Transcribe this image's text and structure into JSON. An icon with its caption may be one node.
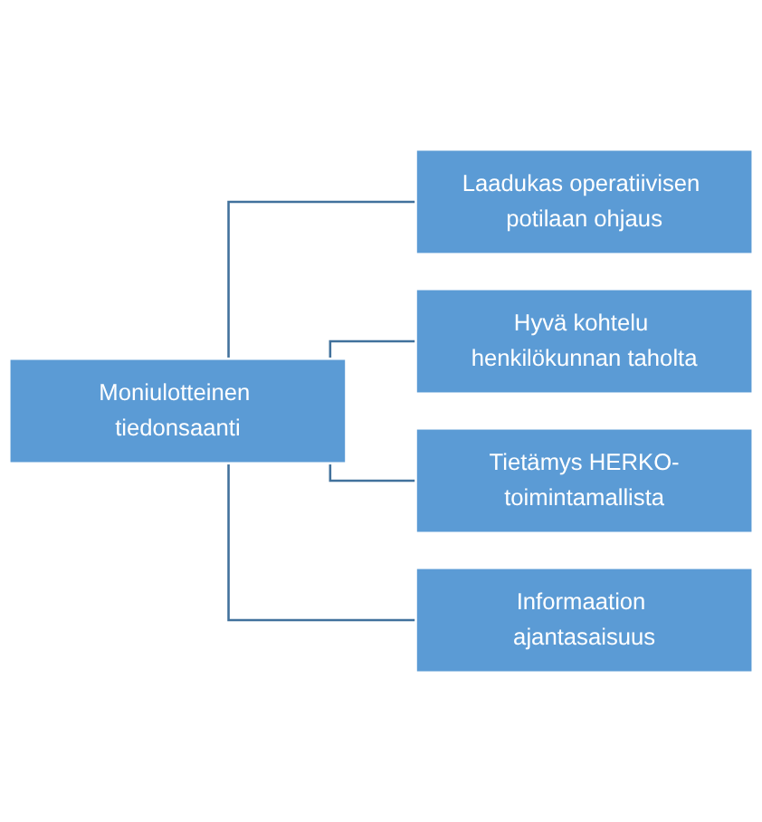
{
  "diagram": {
    "nodes": [
      {
        "text": [
          "Moniulotteinen tiedonsaanti"
        ]
      },
      {
        "text": [
          "Laadukas operatiivisen potilaan ohjaus"
        ]
      },
      {
        "text": [
          "Hyvä kohtelu henkilökunnan taholta"
        ]
      },
      {
        "text": [
          "Tietämys HERKO-toimintamallista"
        ]
      },
      {
        "text": [
          "Informaation ajantasaisuus"
        ]
      }
    ],
    "edges": [
      {
        "from": 0,
        "to": 1,
        "arrow": "none"
      },
      {
        "from": 0,
        "to": 2,
        "arrow": "none"
      },
      {
        "from": 0,
        "to": 3,
        "arrow": "none"
      },
      {
        "from": 0,
        "to": 4,
        "arrow": "none"
      }
    ]
  }
}
